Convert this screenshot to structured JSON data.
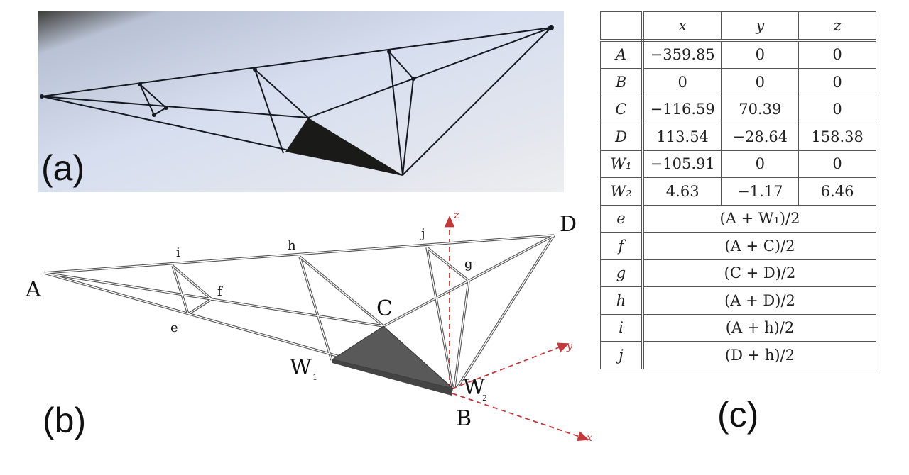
{
  "panels": {
    "a": {
      "label": "(a)",
      "description": "Photograph of the physical tensegrity/truss prototype"
    },
    "b": {
      "label": "(b)",
      "description": "3D schematic of the structure with labelled nodes and axes"
    },
    "c": {
      "label": "(c)",
      "description": "Node coordinate table"
    }
  },
  "diagram": {
    "node_labels": [
      "A",
      "B",
      "C",
      "D",
      "W1",
      "W2",
      "e",
      "f",
      "g",
      "h",
      "i",
      "j"
    ],
    "labels": {
      "A": "A",
      "B": "B",
      "C": "C",
      "D": "D",
      "W1_main": "W",
      "W1_sub": "1",
      "W2_main": "W",
      "W2_sub": "2",
      "e": "e",
      "f": "f",
      "g": "g",
      "h": "h",
      "i": "i",
      "j": "j"
    },
    "axes": {
      "x": "x",
      "y": "y",
      "z": "z",
      "color": "#c0393b"
    },
    "colors": {
      "member": "#555555",
      "plate": "#595959",
      "plate_edge": "#333333"
    }
  },
  "table": {
    "headers": [
      "",
      "x",
      "y",
      "z"
    ],
    "coordinate_rows": [
      {
        "node": "A",
        "x": "−359.85",
        "y": "0",
        "z": "0"
      },
      {
        "node": "B",
        "x": "0",
        "y": "0",
        "z": "0"
      },
      {
        "node": "C",
        "x": "−116.59",
        "y": "70.39",
        "z": "0"
      },
      {
        "node": "D",
        "x": "113.54",
        "y": "−28.64",
        "z": "158.38"
      },
      {
        "node": "W₁",
        "x": "−105.91",
        "y": "0",
        "z": "0"
      },
      {
        "node": "W₂",
        "x": "4.63",
        "y": "−1.17",
        "z": "6.46"
      }
    ],
    "formula_rows": [
      {
        "node": "e",
        "formula": "(A + W₁)/2"
      },
      {
        "node": "f",
        "formula": "(A + C)/2"
      },
      {
        "node": "g",
        "formula": "(C + D)/2"
      },
      {
        "node": "h",
        "formula": "(A + D)/2"
      },
      {
        "node": "i",
        "formula": "(A + h)/2"
      },
      {
        "node": "j",
        "formula": "(D + h)/2"
      }
    ]
  }
}
